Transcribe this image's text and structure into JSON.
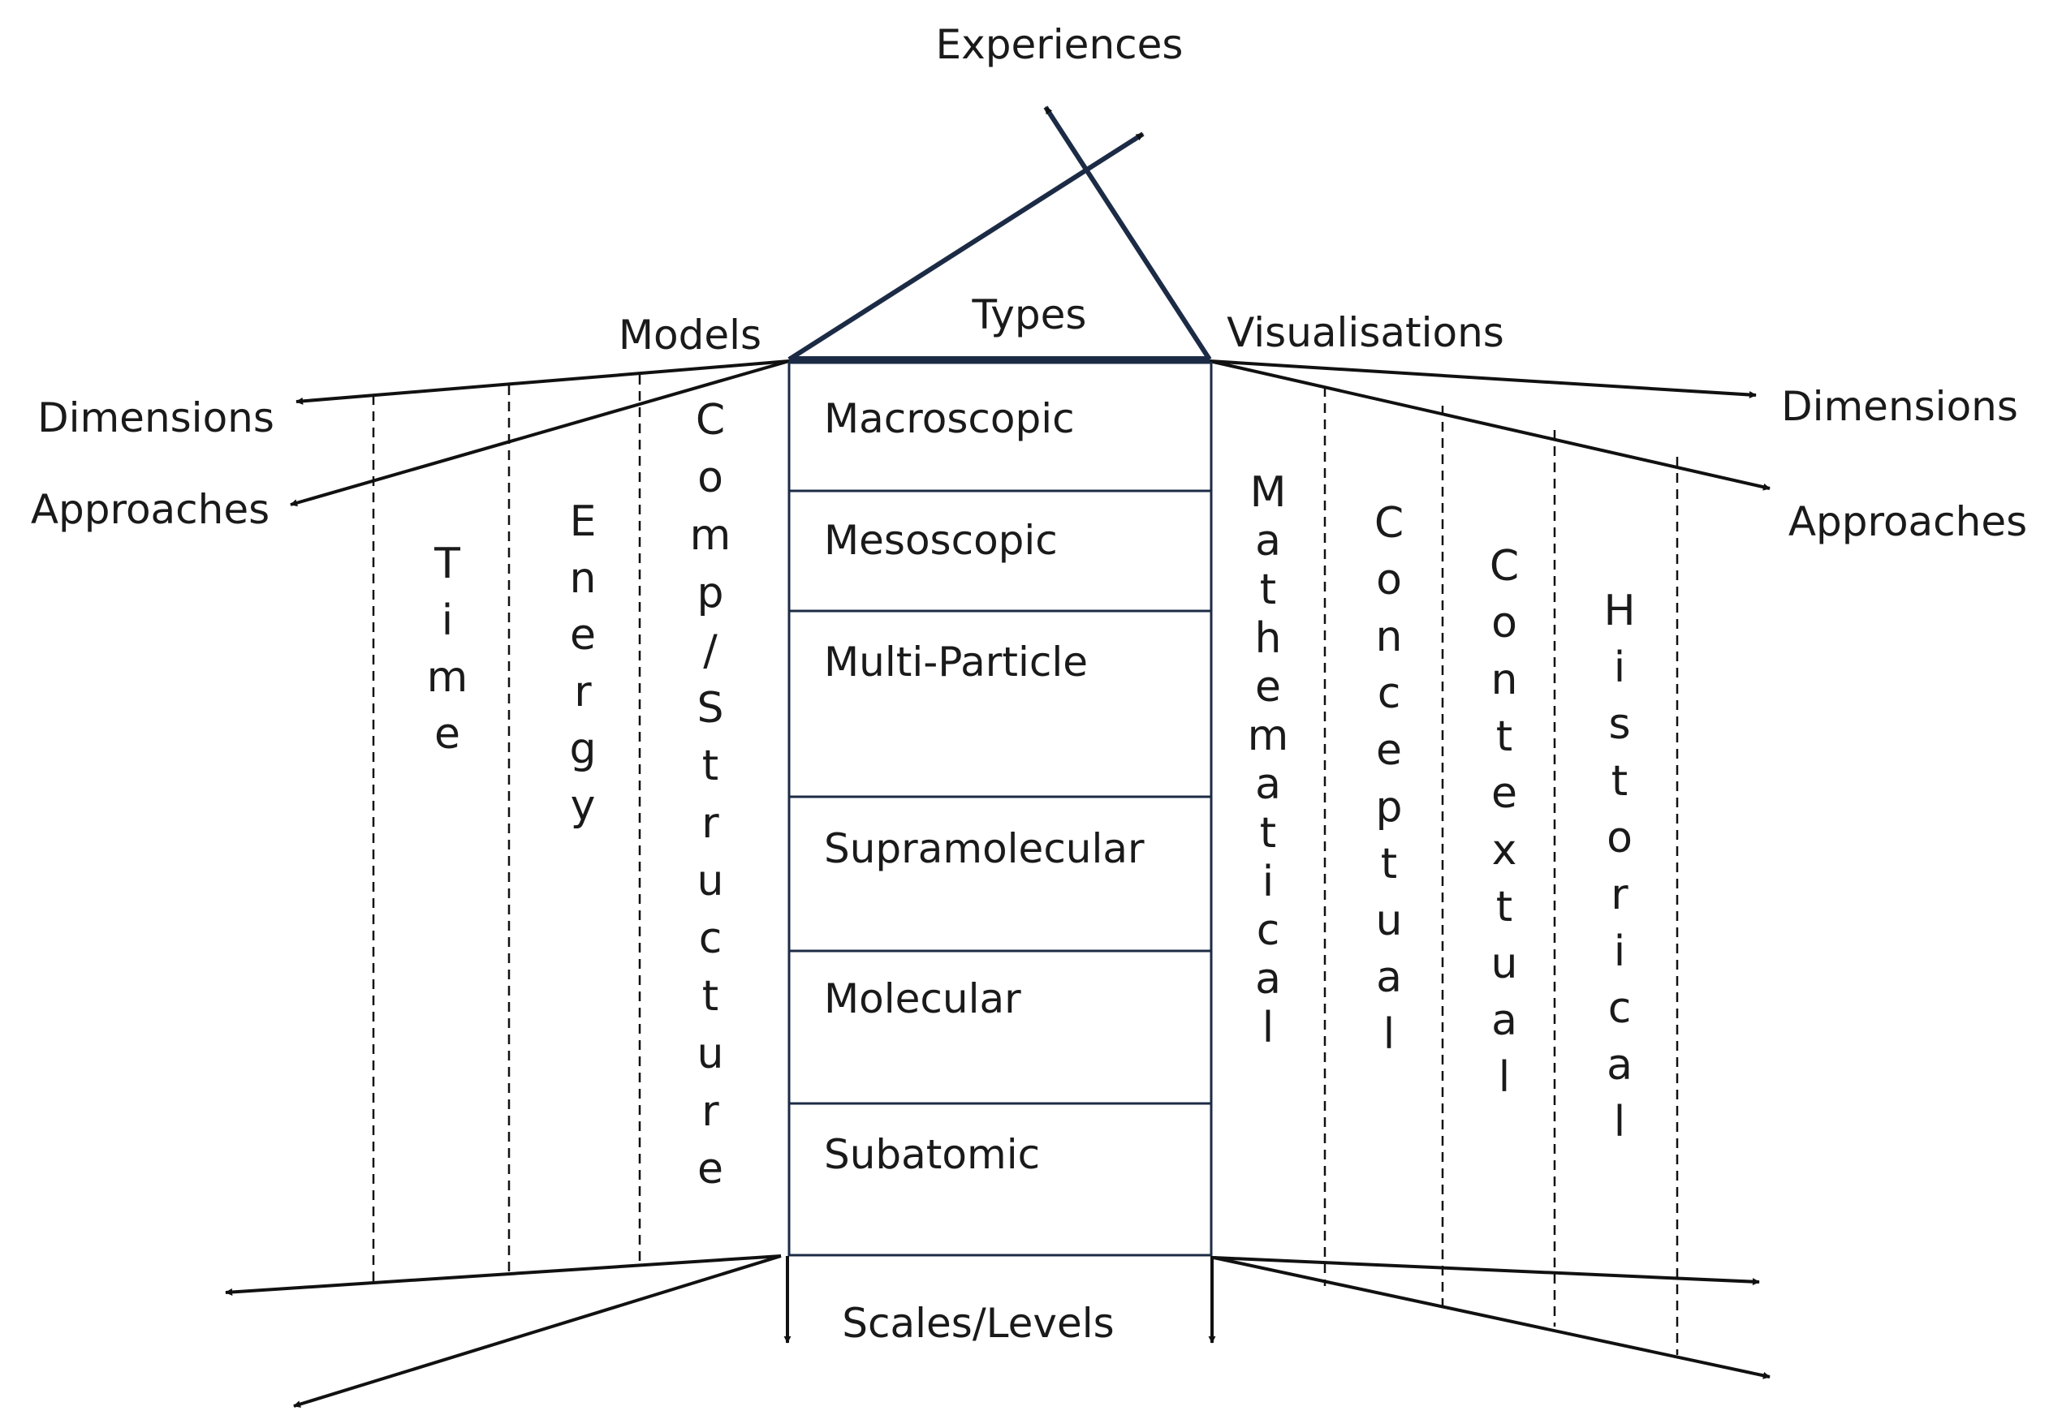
{
  "top_label": "Experiences",
  "triangle": {
    "left_label": "Models",
    "center_label": "Types",
    "right_label": "Visualisations"
  },
  "left_axes": {
    "dimensions": "Dimensions",
    "approaches": "Approaches"
  },
  "right_axes": {
    "dimensions": "Dimensions",
    "approaches": "Approaches"
  },
  "levels": [
    "Macroscopic",
    "Mesoscopic",
    "Multi-Particle",
    "Supramolecular",
    "Molecular",
    "Subatomic"
  ],
  "bottom_label": "Scales/Levels",
  "left_columns": [
    "Time",
    "Energy",
    "Comp/Structure"
  ],
  "right_columns": [
    "Mathematical",
    "Conceptual",
    "Contextual",
    "Historical"
  ]
}
